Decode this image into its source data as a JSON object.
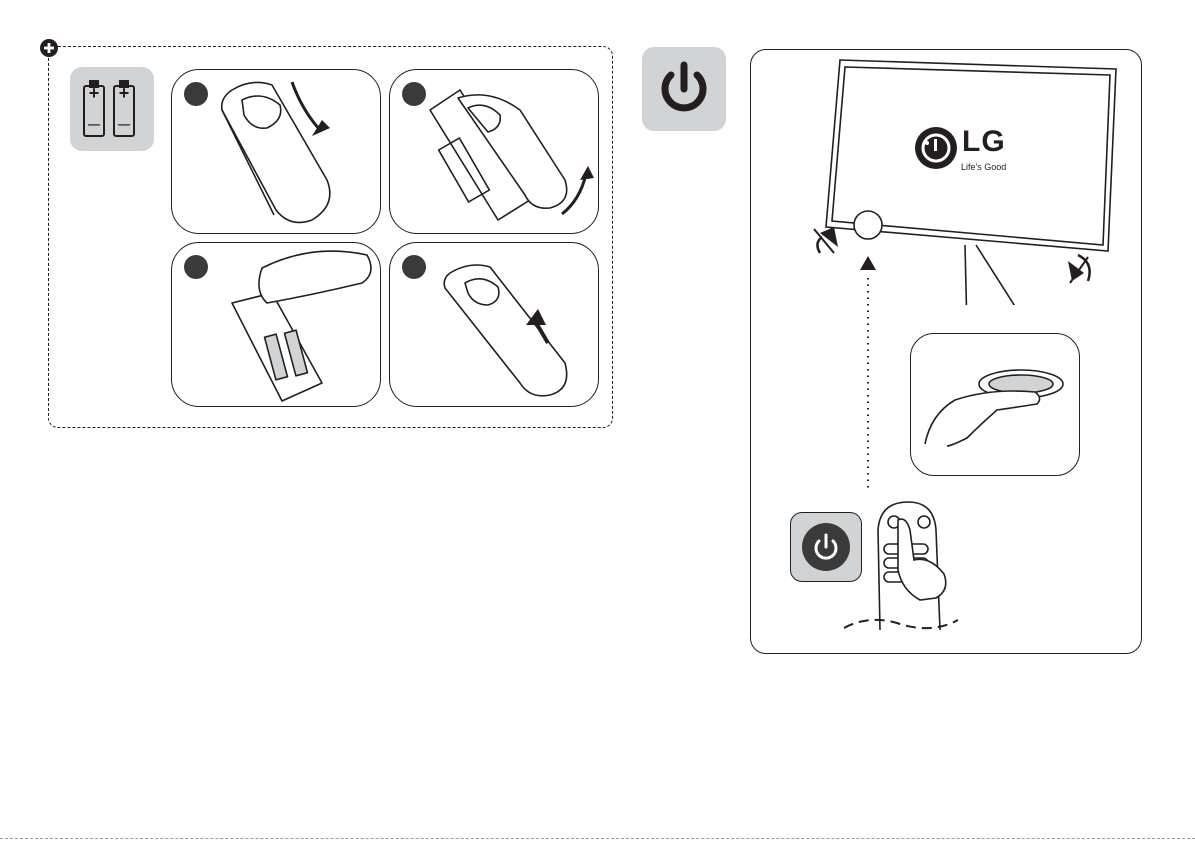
{
  "colors": {
    "stroke": "#231f20",
    "tile_gray": "#d2d3d4",
    "badge_dark": "#3a3a3a",
    "white": "#ffffff"
  },
  "battery_section": {
    "icon": "plus-circle-icon",
    "battery_icon": "battery-pair-icon",
    "battery_signs": {
      "positive": "+",
      "negative": "—"
    },
    "steps": [
      {
        "id": "step-1",
        "icon": "remote-cover-slide-icon"
      },
      {
        "id": "step-2",
        "icon": "remote-cover-lift-icon"
      },
      {
        "id": "step-3",
        "icon": "remote-battery-insert-icon"
      },
      {
        "id": "step-4",
        "icon": "remote-cover-close-icon"
      }
    ]
  },
  "power_section": {
    "icon": "power-icon",
    "tv": {
      "brand": "LG",
      "tagline": "Life's Good",
      "logo_icon": "lg-logo-icon"
    },
    "side_icons": [
      "sound-off-icon",
      "picture-off-icon"
    ],
    "zoom_icon": "power-button-press-icon",
    "remote_icon": "magic-remote-icon",
    "remote_power_badge_icon": "power-icon"
  }
}
